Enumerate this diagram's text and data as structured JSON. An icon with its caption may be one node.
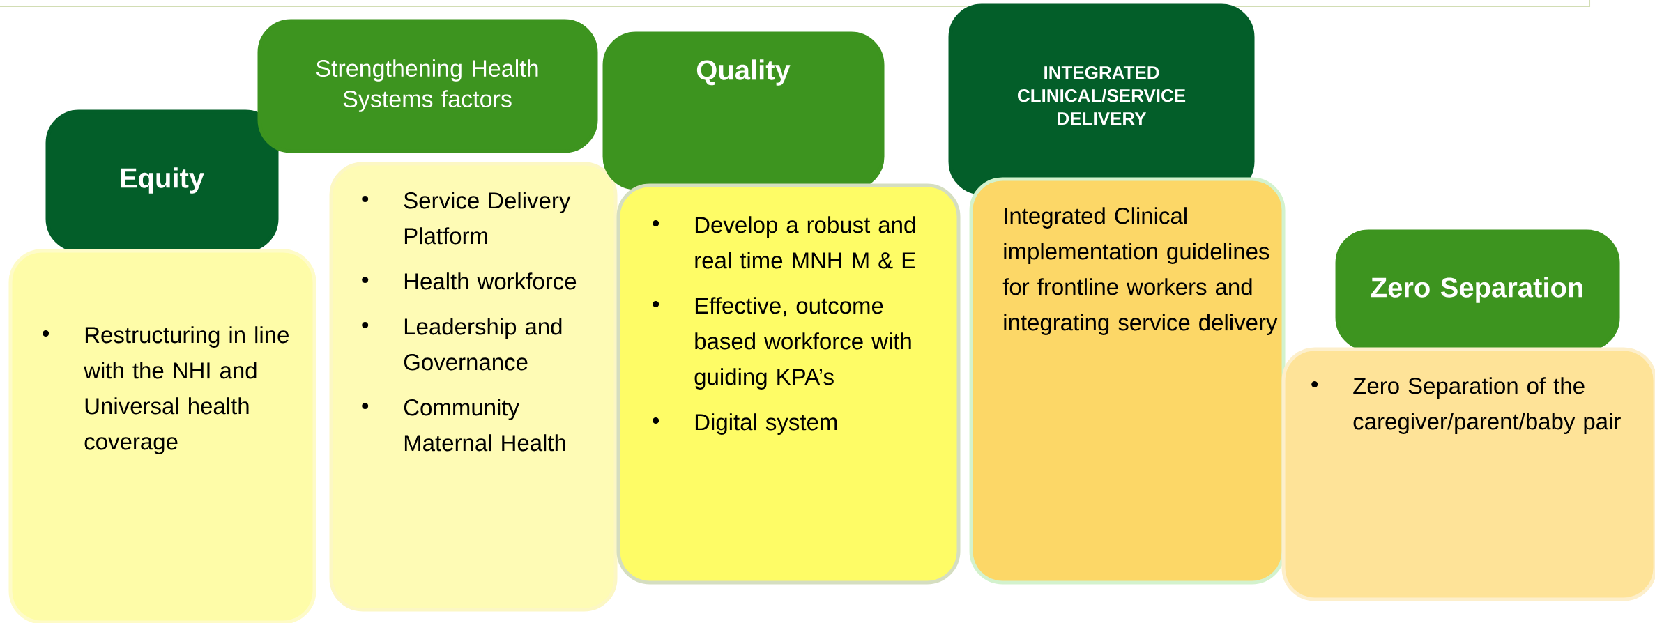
{
  "diagram": {
    "nodes": [
      {
        "text": [
          "Equity"
        ]
      },
      {
        "text": [
          "Restructuring in line with the NHI and Universal health coverage"
        ]
      },
      {
        "text": [
          "Strengthening Health Systems factors"
        ]
      },
      {
        "text": [
          "Service Delivery Platform",
          "Health workforce",
          "Leadership and Governance",
          "Community Maternal Health"
        ]
      },
      {
        "text": [
          "Quality"
        ]
      },
      {
        "text": [
          "Develop a robust and real time MNH M & E",
          "Effective, outcome based workforce with guiding KPA’s",
          "Digital system"
        ]
      },
      {
        "text": [
          "INTEGRATED CLINICAL/SERVICE DELIVERY"
        ]
      },
      {
        "text": [
          "Integrated Clinical implementation guidelines for frontline workers and integrating service delivery"
        ]
      },
      {
        "text": [
          "Zero Separation"
        ]
      },
      {
        "text": [
          "Zero Separation of the caregiver/parent/baby pair"
        ]
      }
    ]
  }
}
